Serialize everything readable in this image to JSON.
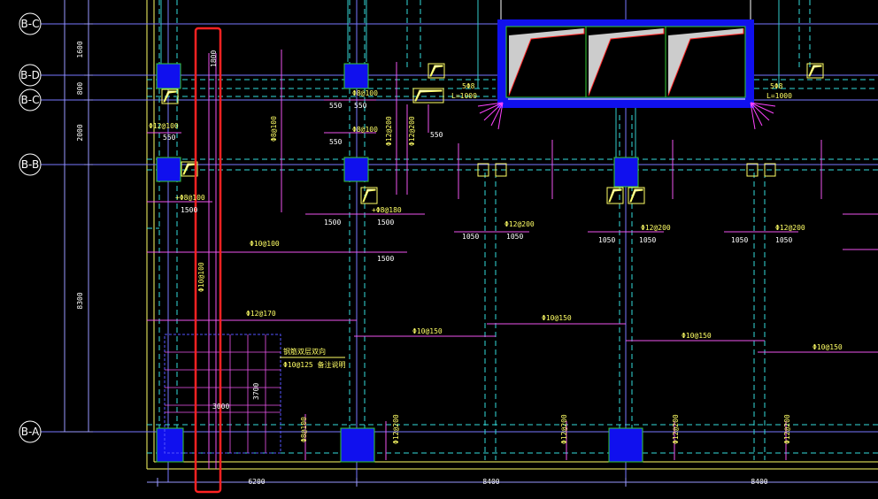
{
  "axes": {
    "B-C": "B-C",
    "B-D": "B-D",
    "B-E": "B-C",
    "B-B": "B-B",
    "B-A": "B-A"
  },
  "dims_vertical": [
    "1600",
    "800",
    "2000",
    "8300"
  ],
  "dims_horizontal": [
    "6200",
    "8400",
    "8400"
  ],
  "beam_labels": {
    "phi10_100": "Φ10@100",
    "phi12_170": "Φ12@170",
    "phi10_150_a": "Φ10@150",
    "phi10_150_b": "Φ10@150",
    "phi10_150_c": "Φ10@150",
    "phi10_150_d": "Φ10@150",
    "phi12_200_a": "Φ12@200",
    "phi12_200_b": "Φ12@200",
    "phi12_200_c": "Φ12@200",
    "phi12_100": "Φ12@100",
    "phi10_100_v": "Φ10@100",
    "phi8_100_a": "Φ8@100",
    "phi8_100_b": "Φ8@100",
    "phi8_180_a": "+Φ8@100",
    "phi8_180_b": "+Φ8@180",
    "note1": "钢筋双层双向",
    "note2": "Φ10@125 备注说明"
  },
  "numbers": {
    "n1500_a": "1500",
    "n1500_b": "1500",
    "n1500_c": "1500",
    "n1500_d": "1500",
    "n1050_a": "1050",
    "n1050_b": "1050",
    "n1050_c": "1050",
    "n1050_d": "1050",
    "n1050_e": "1050",
    "n1050_f": "1050",
    "n550_a": "550",
    "n550_b": "550",
    "n550_c": "550",
    "n550_d": "550",
    "n550_e": "550",
    "n1800": "1800",
    "n3000": "3000",
    "n3700": "3700",
    "l1000_a": "L=1000",
    "l1000_b": "L=1000",
    "d508_a": "5Φ8",
    "d508_b": "5Φ8"
  }
}
